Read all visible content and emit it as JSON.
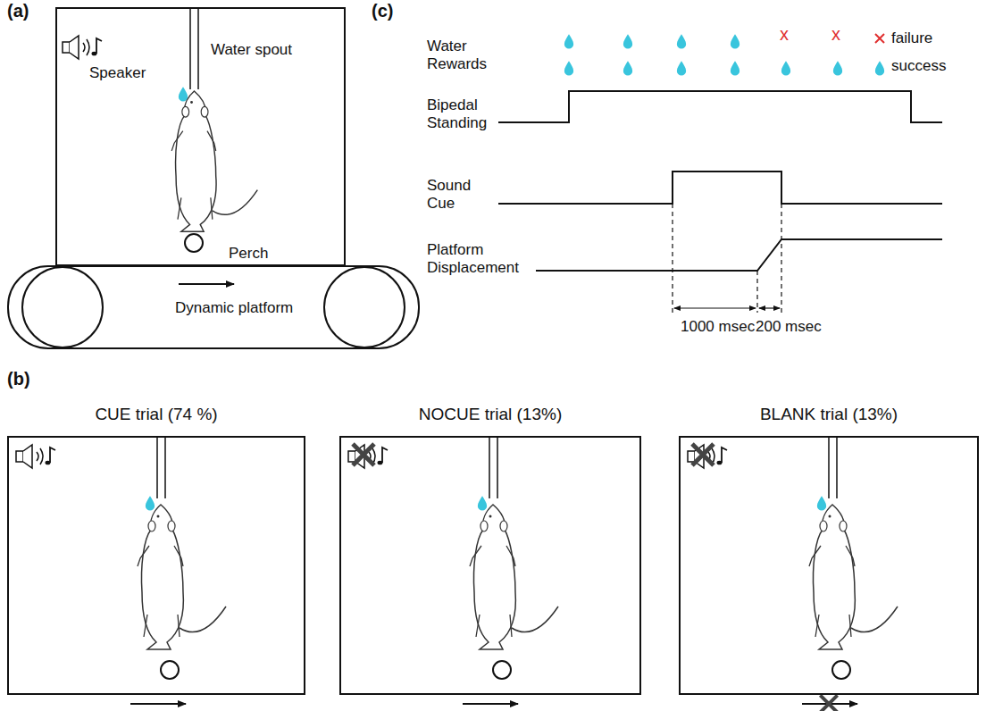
{
  "diagram": {
    "nodes": [
      {
        "text": [
          "Speaker",
          "Water spout",
          "Perch"
        ]
      },
      {
        "text": [
          "Dynamic platform"
        ]
      },
      {
        "text": [
          "CUE trial (74 %)"
        ]
      },
      {
        "text": [
          "NOCUE trial (13%)"
        ]
      },
      {
        "text": [
          "BLANK trial (13%)"
        ]
      }
    ],
    "labels": [
      "(a)",
      "(b)",
      "(c)",
      "Water Rewards",
      "Bipedal Standing",
      "Sound Cue",
      "Platform Displacement",
      "1000 msec",
      "200 msec",
      "x",
      "x"
    ],
    "legend": [
      {
        "text": "failure"
      },
      {
        "text": "success"
      }
    ]
  }
}
